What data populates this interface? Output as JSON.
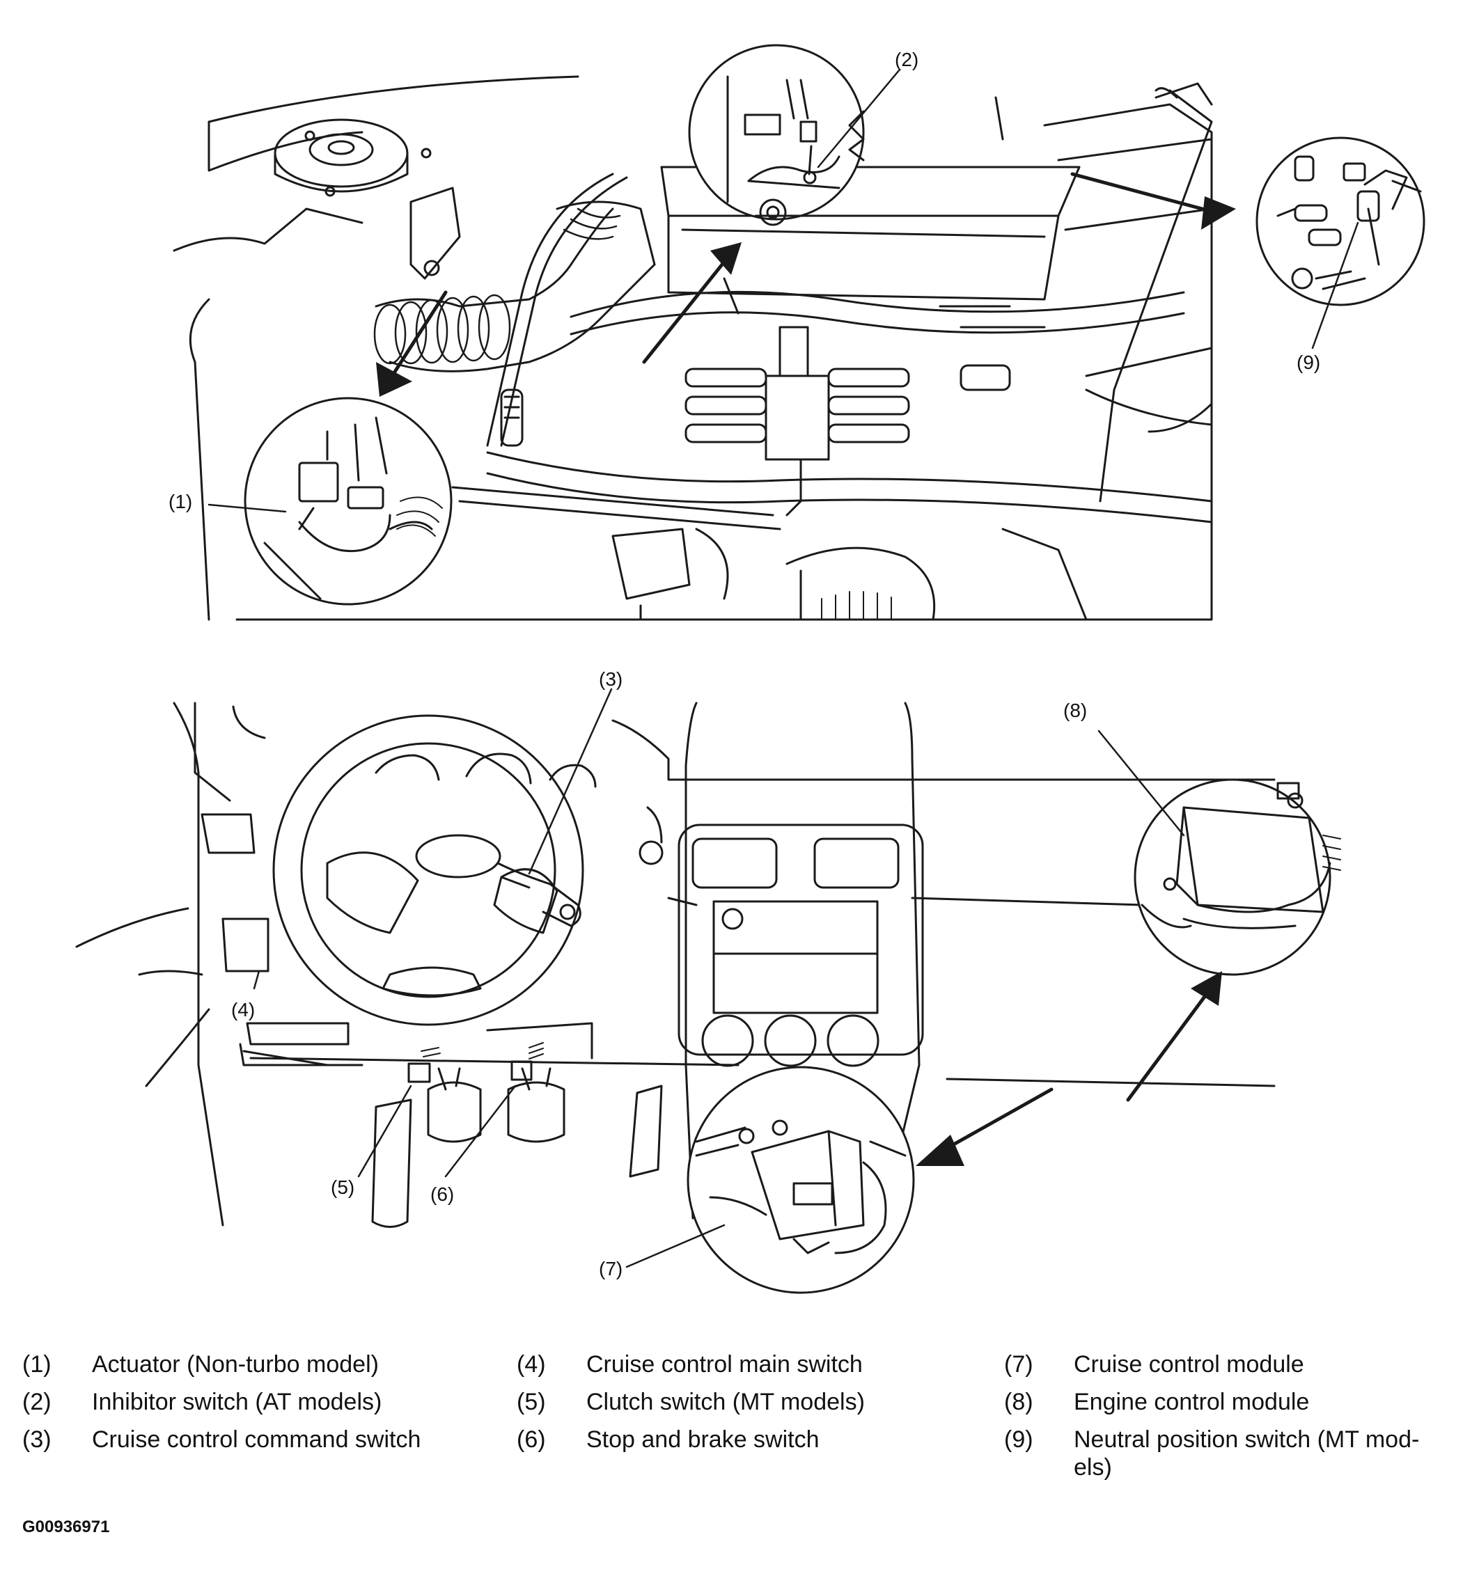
{
  "callouts": [
    "(1)",
    "(2)",
    "(3)",
    "(4)",
    "(5)",
    "(6)",
    "(7)",
    "(8)",
    "(9)"
  ],
  "legend": [
    {
      "num": "(1)",
      "text": "Actuator (Non-turbo model)"
    },
    {
      "num": "(2)",
      "text": "Inhibitor switch (AT models)"
    },
    {
      "num": "(3)",
      "text": "Cruise control command switch"
    },
    {
      "num": "(4)",
      "text": "Cruise control main switch"
    },
    {
      "num": "(5)",
      "text": "Clutch switch (MT models)"
    },
    {
      "num": "(6)",
      "text": "Stop and brake switch"
    },
    {
      "num": "(7)",
      "text": "Cruise control module"
    },
    {
      "num": "(8)",
      "text": "Engine control module"
    },
    {
      "num": "(9)",
      "text": "Neutral position switch (MT mod-els)"
    }
  ],
  "figure_id": "G00936971"
}
